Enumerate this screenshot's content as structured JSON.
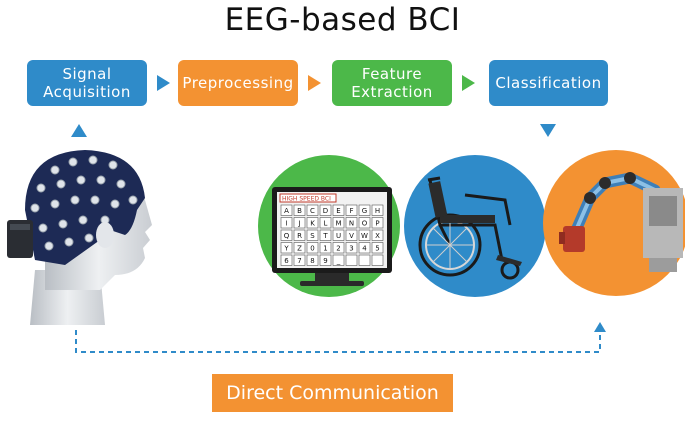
{
  "title": "EEG-based BCI",
  "steps": [
    {
      "label": "Signal\nAcquisition",
      "color": "#2f8bc9"
    },
    {
      "label": "Preprocessing",
      "color": "#f39232"
    },
    {
      "label": "Feature\nExtraction",
      "color": "#4cb849"
    },
    {
      "label": "Classification",
      "color": "#2f8bc9"
    }
  ],
  "arrow_colors": [
    "#2f8bc9",
    "#f39232",
    "#4cb849"
  ],
  "speller": {
    "header": "HIGH SPEED BCI",
    "rows": [
      [
        "A",
        "B",
        "C",
        "D",
        "E",
        "F",
        "G",
        "H"
      ],
      [
        "I",
        "J",
        "K",
        "L",
        "M",
        "N",
        "O",
        "P"
      ],
      [
        "Q",
        "R",
        "S",
        "T",
        "U",
        "V",
        "W",
        "X"
      ],
      [
        "Y",
        "Z",
        "0",
        "1",
        "2",
        "3",
        "4",
        "5"
      ],
      [
        "6",
        "7",
        "8",
        "9",
        "_",
        "",
        "",
        ""
      ]
    ]
  },
  "outputs": [
    {
      "name": "speller",
      "color": "#4cb849"
    },
    {
      "name": "wheelchair",
      "color": "#2f8bc9"
    },
    {
      "name": "robotic-arm",
      "color": "#f39232"
    }
  ],
  "direct_label": "Direct Communication"
}
